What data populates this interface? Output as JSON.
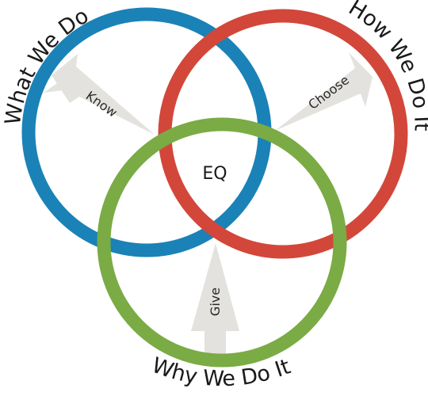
{
  "diagram": {
    "center_label": "EQ",
    "circles": [
      {
        "id": "what",
        "title": "What We Do",
        "color": "#1a82b6"
      },
      {
        "id": "how",
        "title": "How We Do It",
        "color": "#d2473a"
      },
      {
        "id": "why",
        "title": "Why We Do It",
        "color": "#7aab45"
      }
    ],
    "arrows": {
      "know": "Know",
      "choose": "Choose",
      "give": "Give"
    },
    "arrow_color": "#e4e2de"
  }
}
